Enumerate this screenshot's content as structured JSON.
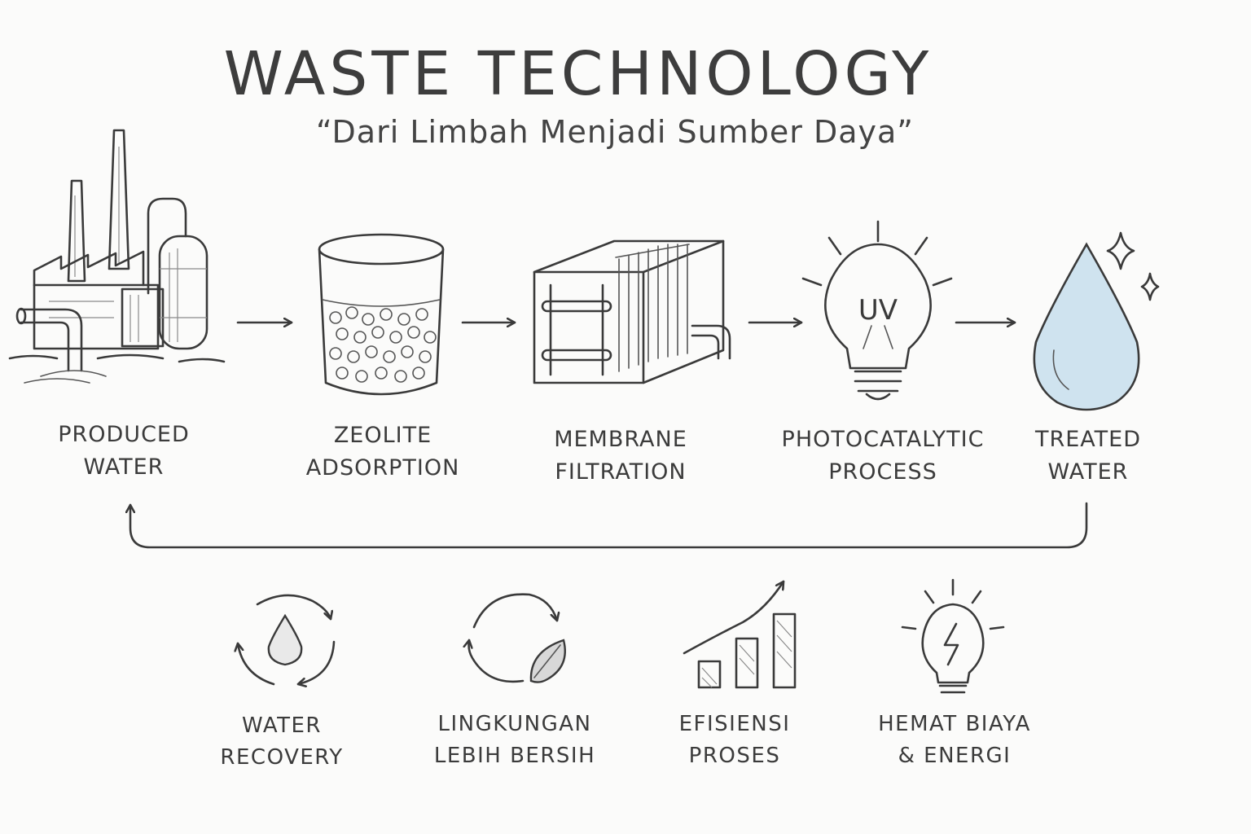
{
  "title": "WASTE TECHNOLOGY",
  "subtitle": "“Dari Limbah Menjadi Sumber Daya”",
  "stages": [
    {
      "line1": "PRODUCED",
      "line2": "WATER",
      "icon": "factory-icon"
    },
    {
      "line1": "ZEOLITE",
      "line2": "ADSORPTION",
      "icon": "zeolite-beaker-icon"
    },
    {
      "line1": "MEMBRANE",
      "line2": "FILTRATION",
      "icon": "membrane-filter-icon"
    },
    {
      "line1": "PHOTOCATALYTIC",
      "line2": "PROCESS",
      "icon": "uv-bulb-icon"
    },
    {
      "line1": "TREATED",
      "line2": "WATER",
      "icon": "water-drop-icon"
    }
  ],
  "uv_label": "UV",
  "benefits": [
    {
      "line1": "WATER",
      "line2": "RECOVERY",
      "icon": "water-recycle-icon"
    },
    {
      "line1": "LINGKUNGAN",
      "line2": "LEBIH BERSIH",
      "icon": "leaf-recycle-icon"
    },
    {
      "line1": "EFISIENSI",
      "line2": "PROSES",
      "icon": "growth-chart-icon"
    },
    {
      "line1": "HEMAT BIAYA",
      "line2": "& ENERGI",
      "icon": "energy-bulb-icon"
    }
  ],
  "colors": {
    "ink": "#3a3a3a",
    "water": "#cfe3ef",
    "background": "#fbfbfa"
  }
}
